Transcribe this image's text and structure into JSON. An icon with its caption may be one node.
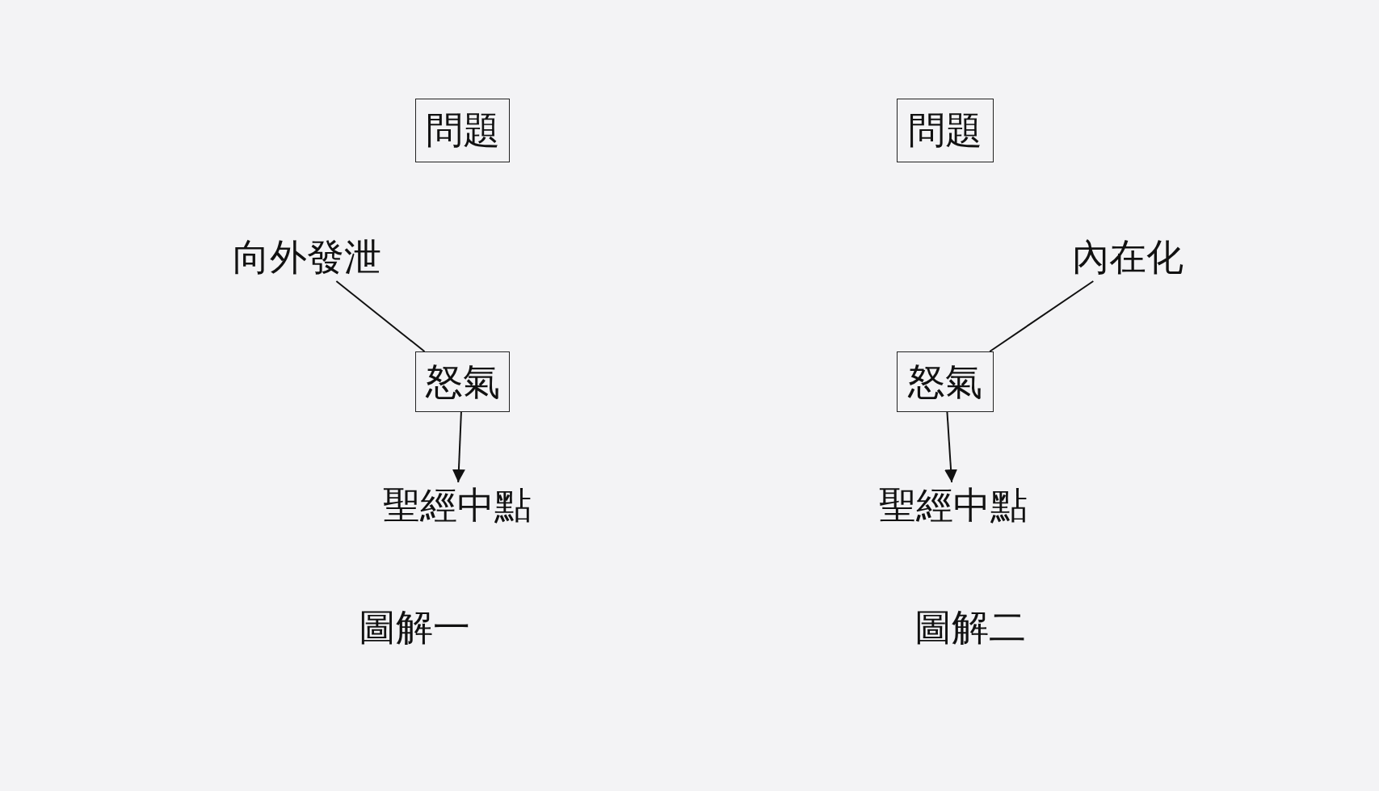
{
  "diagram": {
    "nodes": [
      {
        "text": [
          "問題"
        ]
      },
      {
        "text": [
          "向外發泄"
        ]
      },
      {
        "text": [
          "怒氣"
        ]
      },
      {
        "text": [
          "聖經中點"
        ]
      },
      {
        "text": [
          "問題"
        ]
      },
      {
        "text": [
          "內在化"
        ]
      },
      {
        "text": [
          "怒氣"
        ]
      },
      {
        "text": [
          "聖經中點"
        ]
      }
    ],
    "edges": [
      {
        "from": 1,
        "to": 2,
        "arrow": "none"
      },
      {
        "from": 2,
        "to": 3,
        "arrow": "to"
      },
      {
        "from": 5,
        "to": 6,
        "arrow": "none"
      },
      {
        "from": 6,
        "to": 7,
        "arrow": "to"
      }
    ],
    "labels": [
      "圖解一",
      "圖解二"
    ]
  }
}
